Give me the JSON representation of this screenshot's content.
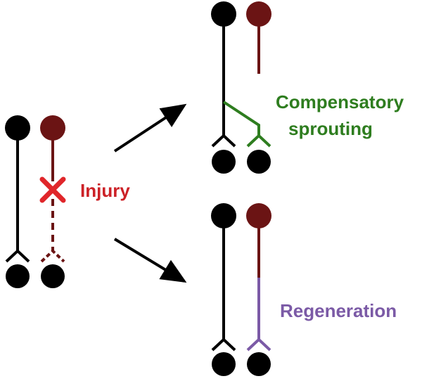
{
  "labels": {
    "injury": "Injury",
    "compensatory_line1": "Compensatory",
    "compensatory_line2": "sprouting",
    "regeneration": "Regeneration"
  },
  "colors": {
    "intact_neuron": "#000000",
    "injured_neuron": "#6b1414",
    "injury_mark": "#e0262a",
    "injury_label": "#cc2127",
    "sprouting": "#2e7d1f",
    "regeneration": "#7b5aa6",
    "arrow": "#000000"
  }
}
